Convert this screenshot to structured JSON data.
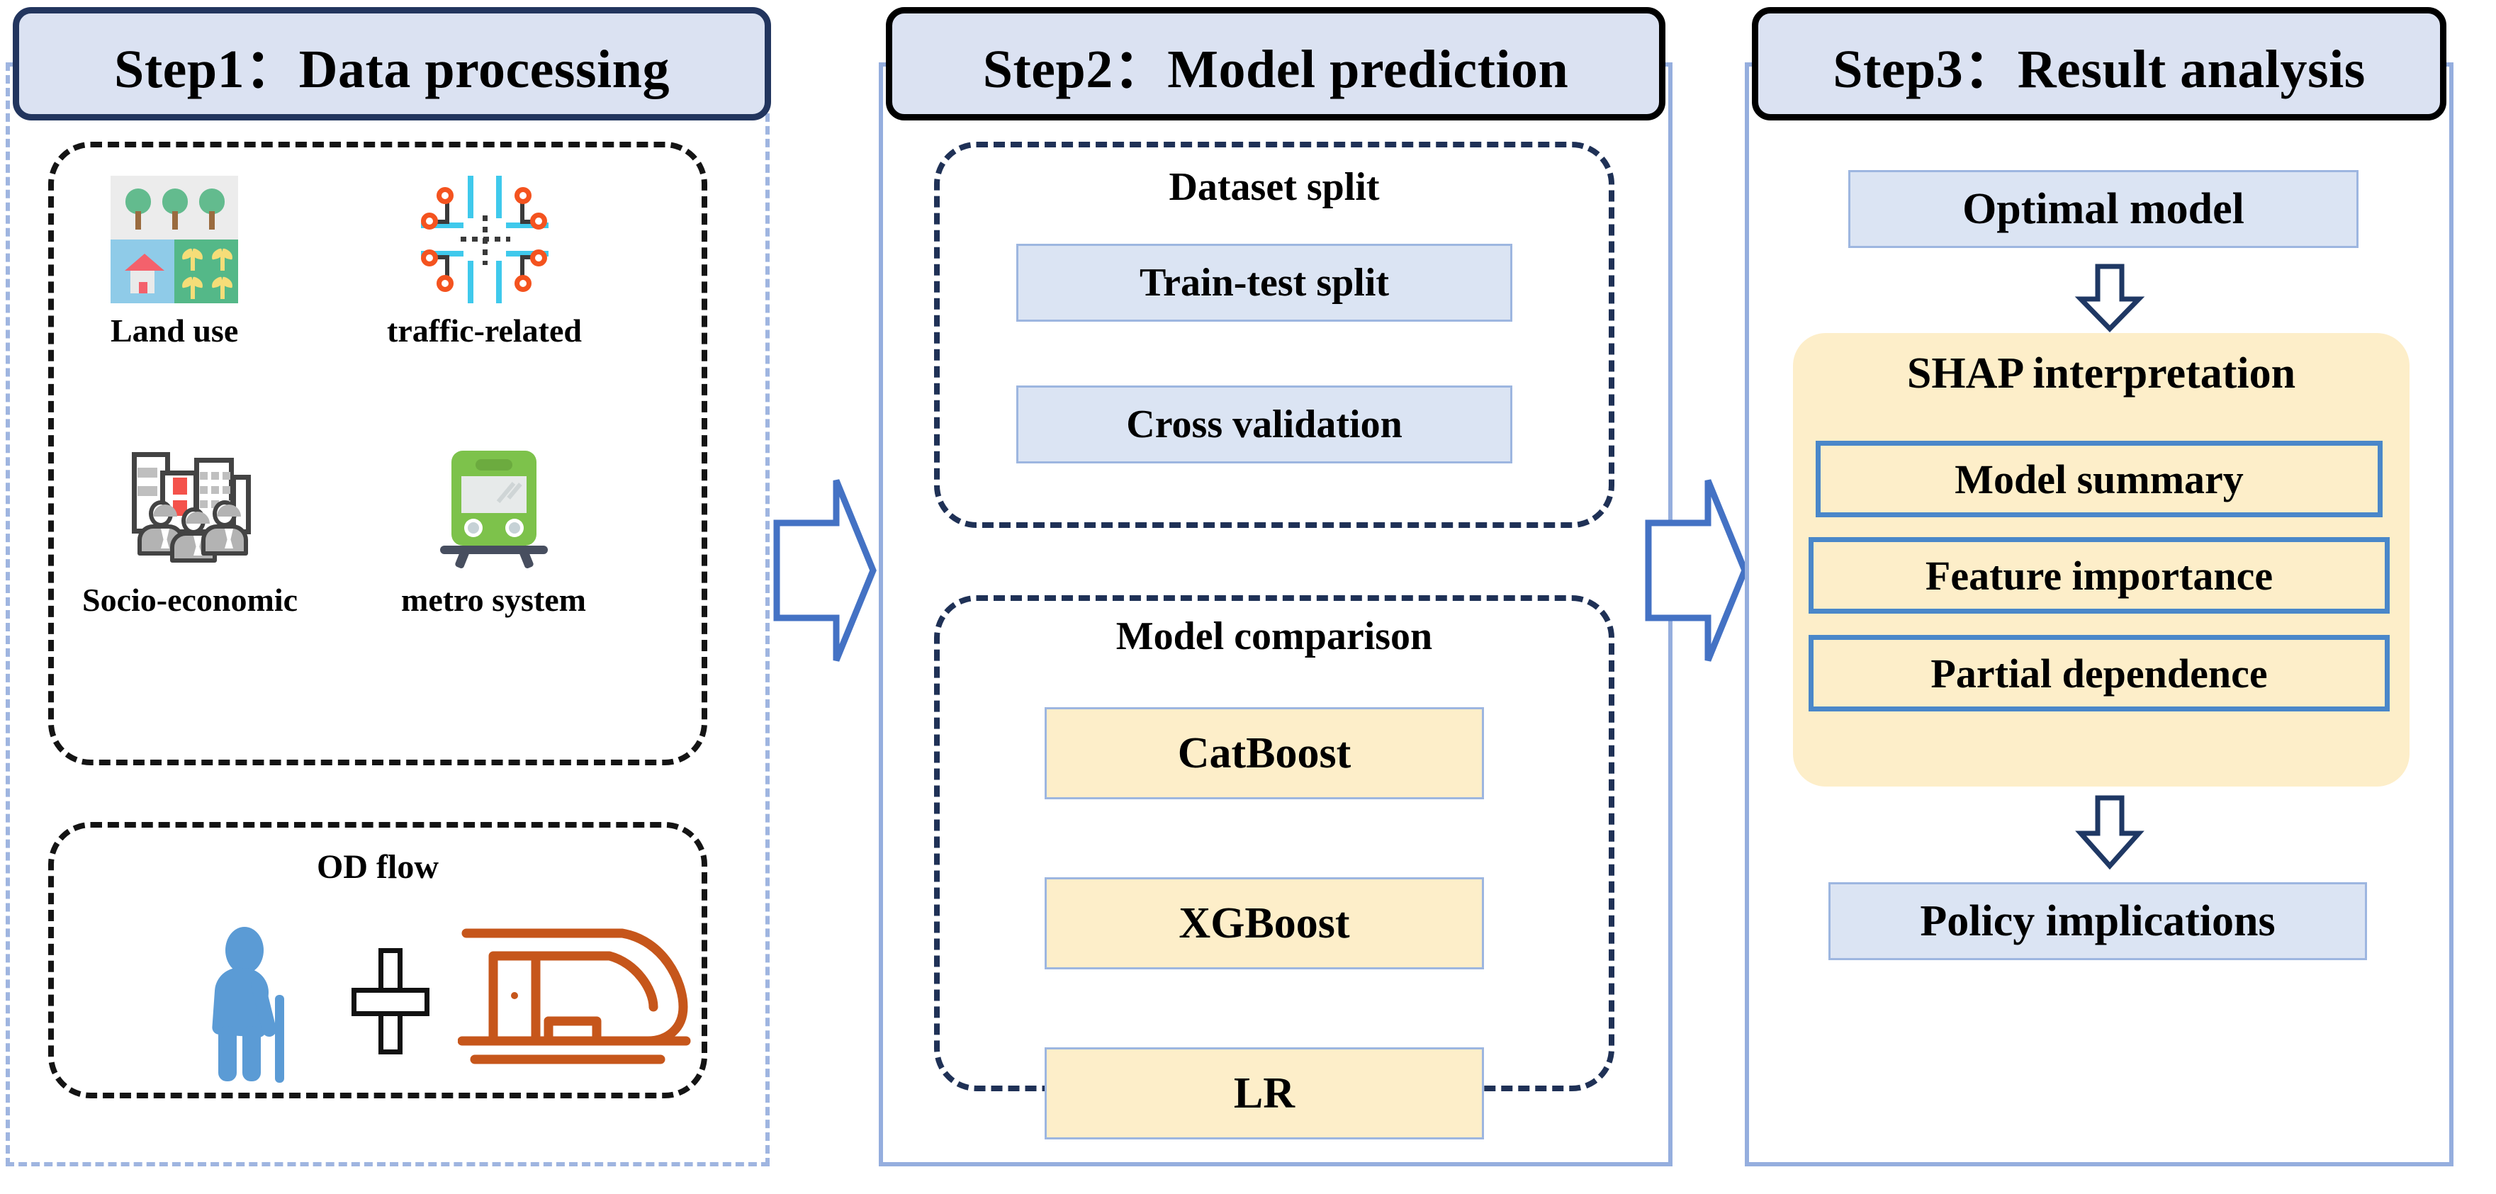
{
  "steps": [
    {
      "header": "Step1：Data processing"
    },
    {
      "header": "Step2：Model prediction"
    },
    {
      "header": "Step3：Result analysis"
    }
  ],
  "step1": {
    "features": [
      {
        "label": "Land use",
        "icon": "land-use-icon"
      },
      {
        "label": "traffic-related",
        "icon": "traffic-network-icon"
      },
      {
        "label": "Socio-economic",
        "icon": "city-people-icon"
      },
      {
        "label": "metro system",
        "icon": "metro-train-icon"
      }
    ],
    "od": {
      "title": "OD flow",
      "icons": [
        "elderly-person-icon",
        "plus-icon",
        "high-speed-train-icon"
      ]
    }
  },
  "step2": {
    "dataset_split": {
      "title": "Dataset split",
      "items": [
        "Train-test split",
        "Cross validation"
      ]
    },
    "model_comparison": {
      "title": "Model comparison",
      "items": [
        "CatBoost",
        "XGBoost",
        "LR"
      ]
    }
  },
  "step3": {
    "optimal_model": "Optimal model",
    "shap": {
      "title": "SHAP interpretation",
      "items": [
        "Model summary",
        "Feature importance",
        "Partial dependence"
      ]
    },
    "policy": "Policy implications"
  },
  "colors": {
    "panel_border": "#95aede",
    "header_fill": "#dbe2f2",
    "header_border_navy": "#22355e",
    "header_border_black": "#000000",
    "box_blue_fill": "#dbe4f3",
    "box_cream_fill": "#fdeec9",
    "box_blue_border": "#9db6e0",
    "shap_outline": "#4a87c9",
    "arrow_blue": "#4472c4",
    "arrow_navy": "#1f3864"
  }
}
